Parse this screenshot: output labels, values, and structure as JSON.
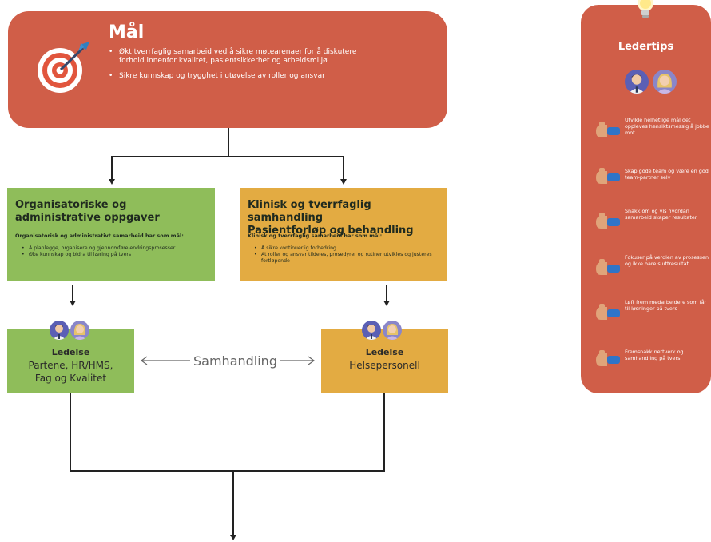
{
  "goal": {
    "title": "Mål",
    "items": [
      "Økt tverrfaglig samarbeid ved å sikre møtearenaer for å diskutere forhold innenfor kvalitet, pasientsikkerhet og arbeidsmiljø",
      "Sikre kunnskap og trygghet i utøvelse av roller og ansvar"
    ]
  },
  "org": {
    "title_line1": "Organisatoriske og",
    "title_line2": "administrative oppgaver",
    "subtitle": "Organisatorisk og administrativt samarbeid har som mål:",
    "bullets": [
      "Å planlegge, organisere og gjennomføre endringsprosesser",
      "Øke kunnskap og bidra til læring på tvers"
    ]
  },
  "clinical": {
    "title_line1": "Klinisk og tverrfaglig samhandling",
    "title_line2": "Pasientforløp og behandling",
    "subtitle": "Klinisk og tverrfaglig samarbeid har som mål:",
    "bullets": [
      "Å sikre kontinuerlig forbedring",
      "At roller og ansvar tildeles, prosedyrer og rutiner utvikles og justeres fortløpende"
    ]
  },
  "lead_left": {
    "title": "Ledelse",
    "line1": "Partene, HR/HMS,",
    "line2": "Fag og Kvalitet"
  },
  "lead_right": {
    "title": "Ledelse",
    "line1": "Helsepersonell"
  },
  "collaboration_label": "Samhandling",
  "tips": {
    "title": "Ledertips",
    "items": [
      "Utvikle helhetlige mål det oppleves hensiktsmessig å jobbe mot",
      "Skap gode team og være en god team-partner selv",
      "Snakk om og vis hvordan samarbeid skaper resultater",
      "Fokuser på verdien av prosessen og ikke bare sluttresultat",
      "Løft frem medarbeidere som får til løsninger på tvers",
      "Fremsnakk nettverk og samhandling på tvers"
    ]
  },
  "colors": {
    "goal": "#d05e48",
    "green": "#8fbd5a",
    "yellow": "#e3ab42",
    "tips_card": "#d05e48"
  },
  "icons": {
    "goal": "target-with-arrow-icon",
    "tips": "lightbulb-icon",
    "tip_item": "thumbs-up-icon",
    "people": [
      "man-avatar-icon",
      "woman-avatar-icon"
    ]
  }
}
